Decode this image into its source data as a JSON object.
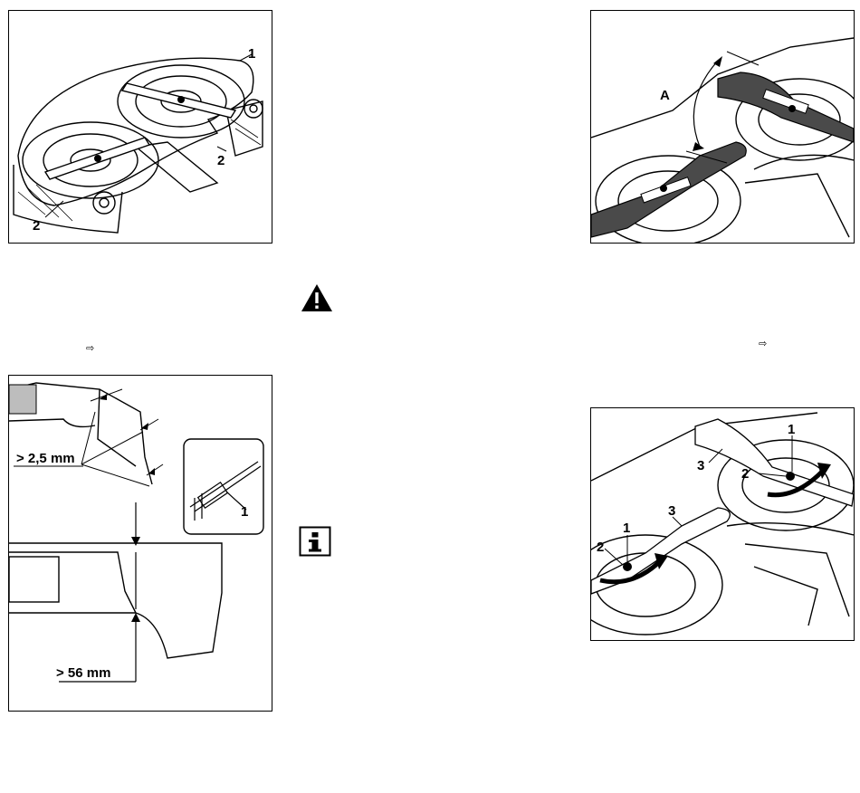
{
  "figure_top_left": {
    "labels": [
      "1",
      "2",
      "2"
    ]
  },
  "figure_top_right": {
    "labels": [
      "A"
    ]
  },
  "figure_bottom_left": {
    "dimensions": [
      "> 2,5 mm",
      "> 56 mm"
    ],
    "inset_label": "1"
  },
  "figure_bottom_right": {
    "labels": [
      "1",
      "2",
      "3",
      "1",
      "2",
      "3"
    ]
  },
  "reference_arrows": [
    "⇨",
    "⇨"
  ],
  "icons": [
    "warning-icon",
    "info-icon"
  ],
  "colors": {
    "ink": "#000000",
    "blade_fill": "#4a4a4a",
    "paper": "#ffffff"
  }
}
